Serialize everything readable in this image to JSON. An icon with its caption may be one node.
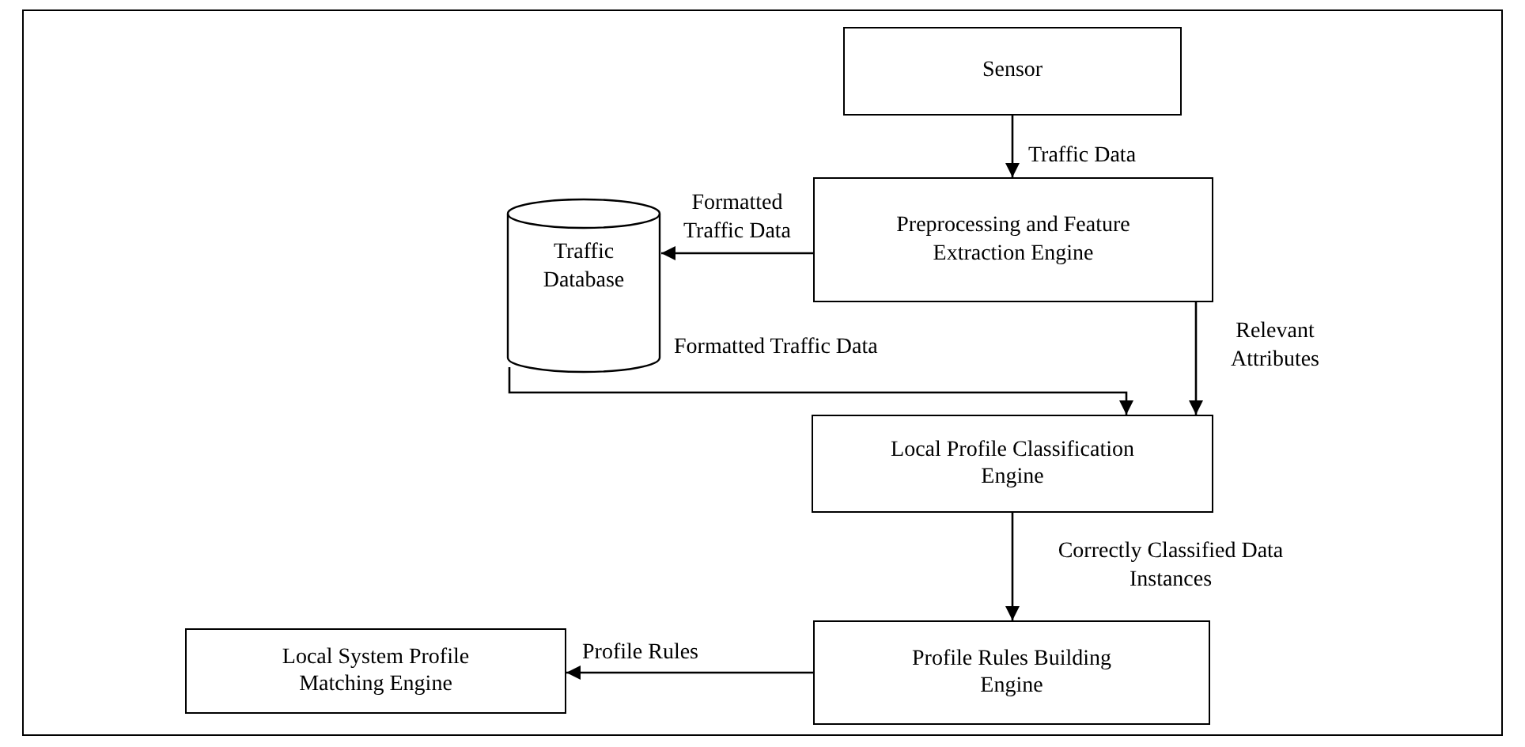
{
  "diagram": {
    "nodes": [
      {
        "text": [
          "Sensor"
        ]
      },
      {
        "text": [
          "Traffic Database"
        ]
      },
      {
        "text": [
          "Preprocessing and Feature Extraction Engine"
        ]
      },
      {
        "text": [
          "Local Profile Classification Engine"
        ]
      },
      {
        "text": [
          "Profile Rules Building Engine"
        ]
      },
      {
        "text": [
          "Local System Profile Matching Engine"
        ]
      }
    ],
    "edges": [
      {
        "from": 0,
        "to": 2,
        "arrow": "to",
        "label": "Traffic Data"
      },
      {
        "from": 2,
        "to": 1,
        "arrow": "to",
        "label": "Formatted Traffic Data"
      },
      {
        "from": 1,
        "to": 3,
        "arrow": "to",
        "label": "Formatted Traffic Data"
      },
      {
        "from": 2,
        "to": 3,
        "arrow": "to",
        "label": "Relevant Attributes"
      },
      {
        "from": 3,
        "to": 4,
        "arrow": "to",
        "label": "Correctly Classified Data Instances"
      },
      {
        "from": 4,
        "to": 5,
        "arrow": "to",
        "label": "Profile Rules"
      }
    ]
  }
}
